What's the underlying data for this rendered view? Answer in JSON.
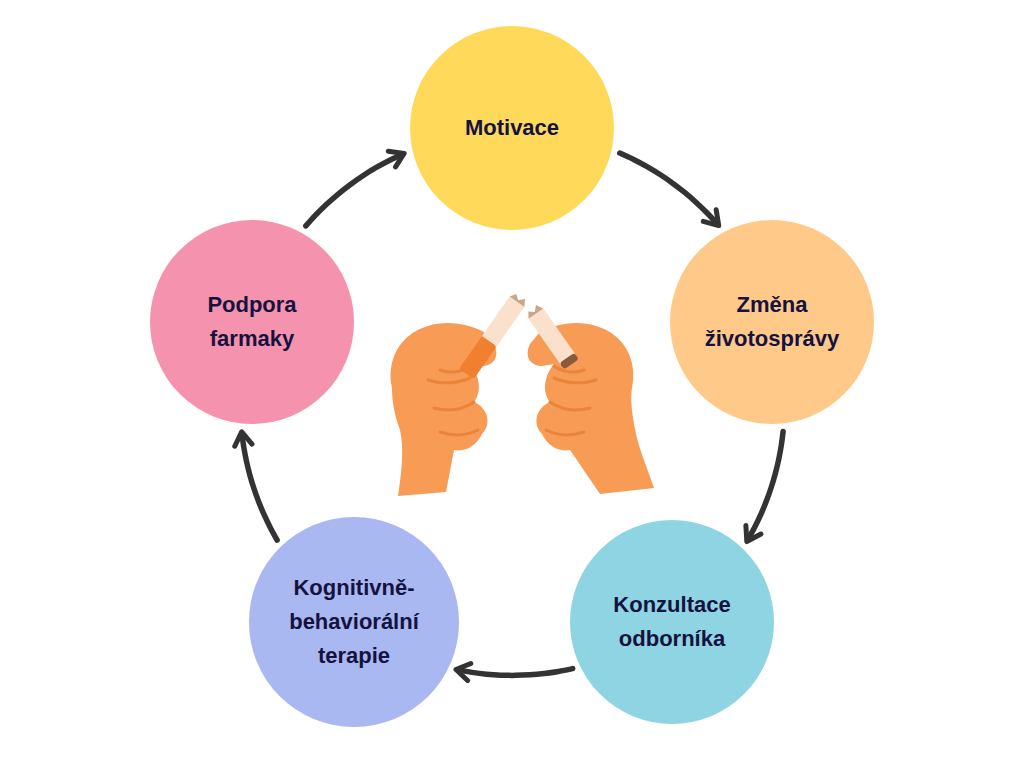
{
  "diagram": {
    "nodes": [
      {
        "text": [
          "Motivace"
        ]
      },
      {
        "text": [
          "Změna životosprávy"
        ]
      },
      {
        "text": [
          "Konzultace odborníka"
        ]
      },
      {
        "text": [
          "Kognitivně-behaviorální terapie"
        ]
      },
      {
        "text": [
          "Podpora farmaky"
        ]
      }
    ],
    "edges": [
      {
        "from": 0,
        "to": 1,
        "arrow": "to"
      },
      {
        "from": 1,
        "to": 2,
        "arrow": "to"
      },
      {
        "from": 2,
        "to": 3,
        "arrow": "to"
      },
      {
        "from": 3,
        "to": 4,
        "arrow": "to"
      },
      {
        "from": 4,
        "to": 0,
        "arrow": "to"
      }
    ]
  }
}
